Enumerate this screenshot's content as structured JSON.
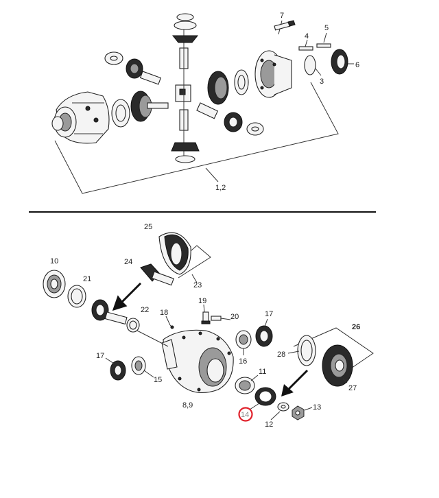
{
  "callouts": {
    "top": [
      {
        "id": "c7",
        "text": "7"
      },
      {
        "id": "c4",
        "text": "4"
      },
      {
        "id": "c5",
        "text": "5"
      },
      {
        "id": "c6",
        "text": "6"
      },
      {
        "id": "c3",
        "text": "3"
      },
      {
        "id": "c12a",
        "text": "1,2"
      }
    ],
    "bottom": [
      {
        "id": "c25",
        "text": "25"
      },
      {
        "id": "c10",
        "text": "10"
      },
      {
        "id": "c24",
        "text": "24"
      },
      {
        "id": "c21",
        "text": "21"
      },
      {
        "id": "c23",
        "text": "23"
      },
      {
        "id": "c22",
        "text": "22"
      },
      {
        "id": "c19",
        "text": "19"
      },
      {
        "id": "c18",
        "text": "18"
      },
      {
        "id": "c20",
        "text": "20"
      },
      {
        "id": "c17a",
        "text": "17"
      },
      {
        "id": "c26",
        "text": "26"
      },
      {
        "id": "c17b",
        "text": "17"
      },
      {
        "id": "c28",
        "text": "28"
      },
      {
        "id": "c16",
        "text": "16"
      },
      {
        "id": "c15",
        "text": "15"
      },
      {
        "id": "c11",
        "text": "11"
      },
      {
        "id": "c27",
        "text": "27"
      },
      {
        "id": "c89",
        "text": "8,9"
      },
      {
        "id": "c14",
        "text": "14"
      },
      {
        "id": "c13",
        "text": "13"
      },
      {
        "id": "c12",
        "text": "12"
      }
    ]
  },
  "highlight": {
    "callout": "14",
    "color": "#e0202a"
  },
  "colors": {
    "line": "#333333",
    "part_fill": "#f4f4f4",
    "dark": "#2a2a2a"
  }
}
